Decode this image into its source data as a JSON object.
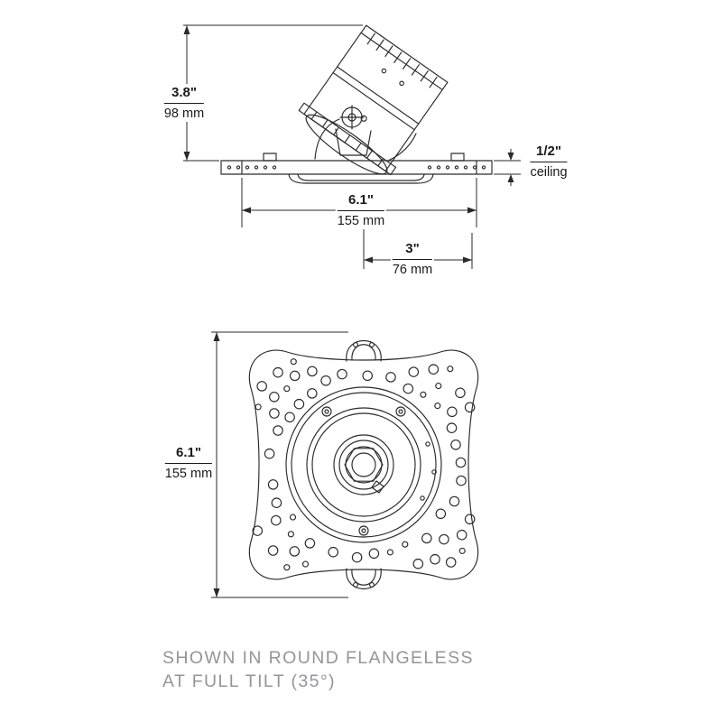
{
  "side_view": {
    "dim_height": {
      "primary": "3.8\"",
      "secondary": "98 mm"
    },
    "dim_ceiling": {
      "primary": "1/2\"",
      "secondary": "ceiling"
    },
    "dim_width": {
      "primary": "6.1\"",
      "secondary": "155 mm"
    },
    "dim_center_to_edge": {
      "primary": "3\"",
      "secondary": "76 mm"
    }
  },
  "bottom_view": {
    "dim_width": {
      "primary": "6.1\"",
      "secondary": "155 mm"
    }
  },
  "caption": {
    "line1": "SHOWN IN ROUND FLANGELESS",
    "line2": "AT FULL TILT (35°)"
  },
  "colors": {
    "line": "#2a2a2a",
    "caption_text": "#94959a"
  }
}
